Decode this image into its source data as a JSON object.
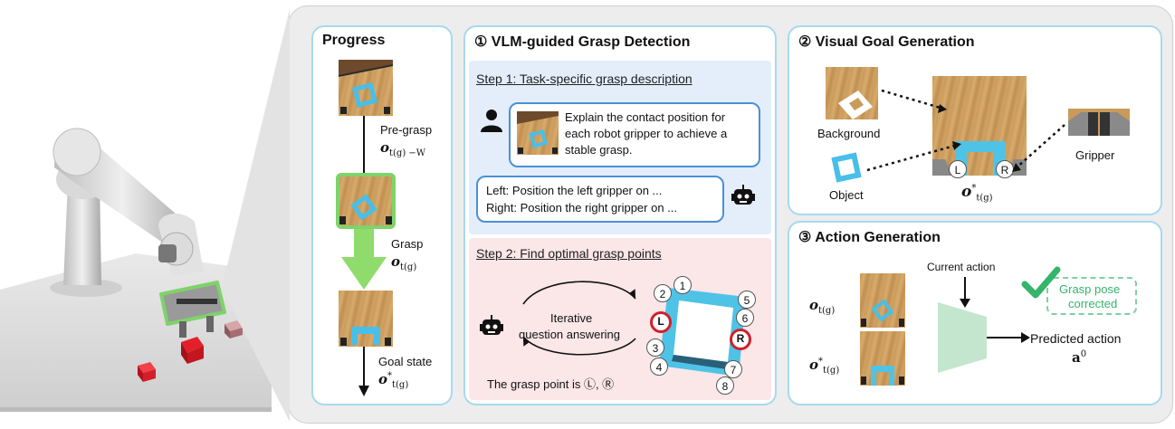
{
  "panels": {
    "progress": {
      "title": "Progress"
    },
    "vlm": {
      "title": "① VLM-guided Grasp Detection"
    },
    "goal": {
      "title": "② Visual Goal Generation"
    },
    "action": {
      "title": "③ Action Generation"
    }
  },
  "progress": {
    "pregrasp_label": "Pre-grasp",
    "pregrasp_math": "o",
    "pregrasp_sub": "t(g) −W",
    "grasp_label": "Grasp",
    "grasp_math": "o",
    "grasp_sub": "t(g)",
    "goal_label": "Goal state",
    "goal_math": "o",
    "goal_sup": "*",
    "goal_sub": "t(g)"
  },
  "step1": {
    "title": "Step 1: Task-specific grasp description",
    "prompt": "Explain the contact position for each robot gripper to achieve a stable grasp.",
    "response_left": "Left: Position the left gripper on ...",
    "response_right": "Right: Position the right gripper on ..."
  },
  "step2": {
    "title": "Step 2: Find optimal grasp points",
    "loop_line1": "Iterative",
    "loop_line2": "question answering",
    "answer": "The grasp point is Ⓛ, Ⓡ",
    "points": [
      "1",
      "2",
      "3",
      "4",
      "5",
      "6",
      "7",
      "8"
    ],
    "left_marker": "L",
    "right_marker": "R"
  },
  "goal_gen": {
    "background_label": "Background",
    "object_label": "Object",
    "gripper_label": "Gripper",
    "left_marker": "L",
    "right_marker": "R",
    "goal_math": "o",
    "goal_sup": "*",
    "goal_sub": "t(g)"
  },
  "action_gen": {
    "current_action": "Current action",
    "check_line1": "Grasp pose",
    "check_line2": "corrected",
    "predicted_action": "Predicted action",
    "action_math": "a",
    "action_sup": "0",
    "obs_math": "o",
    "obs_sub": "t(g)",
    "goal_math": "o",
    "goal_sup": "*",
    "goal_sub": "t(g)"
  },
  "colors": {
    "panel_border": "#a9d8ef",
    "step1_bg": "#e4eefb",
    "step2_bg": "#fbe6e8",
    "cyan_object": "#4fc3e6",
    "green_highlight": "#7ed36a",
    "red_marker": "#d0202a"
  }
}
